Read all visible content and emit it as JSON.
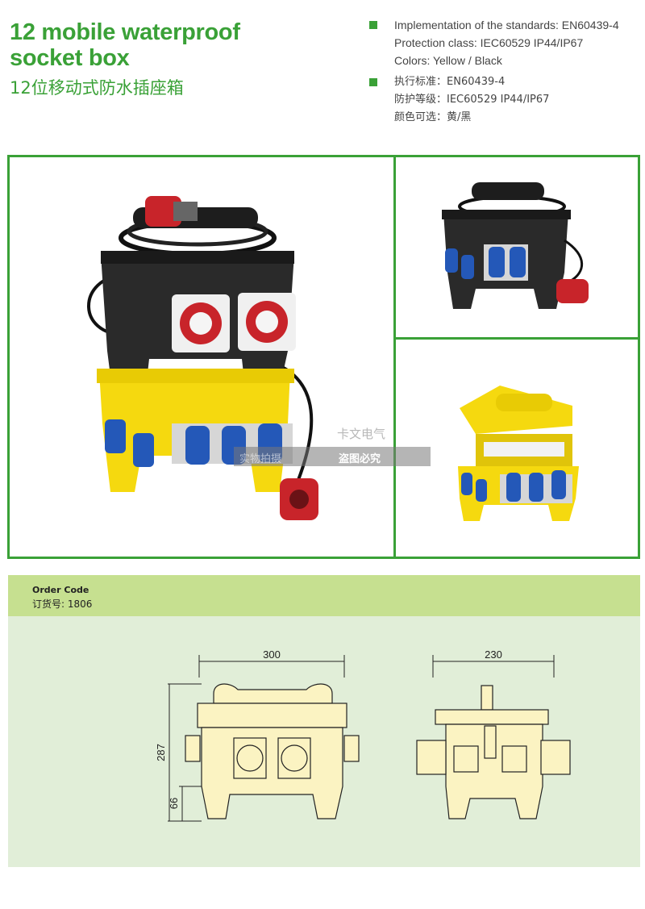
{
  "title_en_line1": "12 mobile waterproof",
  "title_en_line2": "socket box",
  "title_cn": "12位移动式防水插座箱",
  "specs_en": [
    "Implementation of the standards: EN60439-4",
    "Protection class: IEC60529 IP44/IP67",
    "Colors: Yellow / Black"
  ],
  "specs_cn": [
    "执行标准：EN60439-4",
    "防护等级：IEC60529   IP44/IP67",
    "颜色可选：黄/黑"
  ],
  "watermark": {
    "brand": "卡文电气",
    "photo_note": "实物拍摄",
    "notice": "盗图必究"
  },
  "order": {
    "label": "Order Code",
    "code_cn": "订货号: 1806"
  },
  "dimensions": {
    "width": "300",
    "depth": "230",
    "height": "287",
    "leg": "66"
  },
  "colors": {
    "brand_green": "#3aa137",
    "band_green": "#c6e090",
    "drawing_bg": "#e1eed8",
    "drawing_fill": "#fbf3c2",
    "box_yellow": "#f5d90f",
    "box_black": "#2a2a2a",
    "socket_blue": "#2458b8",
    "socket_red": "#c8242a"
  }
}
